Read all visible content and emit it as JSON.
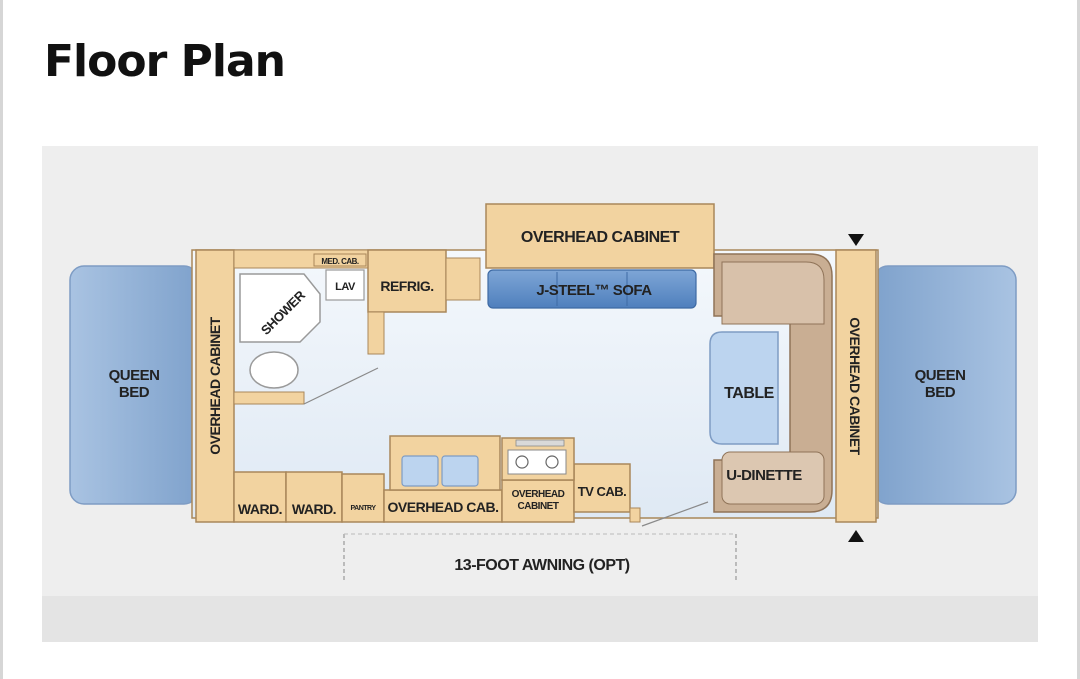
{
  "page": {
    "title": "Floor Plan"
  },
  "colors": {
    "cabinet": "#f2d3a0",
    "cabinet_stroke": "#a9875a",
    "interior": "#e8f0f8",
    "bed": "#9db9da",
    "sofa": "#5f8fc7",
    "dinette": "#c9ae93",
    "table": "#bcd4ef"
  },
  "floorplan": {
    "labels": {
      "queen_bed_left_1": "QUEEN",
      "queen_bed_left_2": "BED",
      "queen_bed_right_1": "QUEEN",
      "queen_bed_right_2": "BED",
      "overhead_cabinet_left": "OVERHEAD CABINET",
      "overhead_cabinet_top": "OVERHEAD CABINET",
      "overhead_cabinet_right": "OVERHEAD CABINET",
      "shower": "SHOWER",
      "med_cab": "MED. CAB.",
      "lav": "LAV",
      "refrig": "REFRIG.",
      "sofa": "J-STEEL™ SOFA",
      "table": "TABLE",
      "u_dinette": "U-DINETTE",
      "ward_1": "WARD.",
      "ward_2": "WARD.",
      "pantry": "PANTRY",
      "overhead_cab": "OVERHEAD CAB.",
      "overhead_cabinet_small_1": "OVERHEAD",
      "overhead_cabinet_small_2": "CABINET",
      "tv_cab": "TV CAB.",
      "awning": "13-FOOT AWNING (OPT)"
    }
  }
}
